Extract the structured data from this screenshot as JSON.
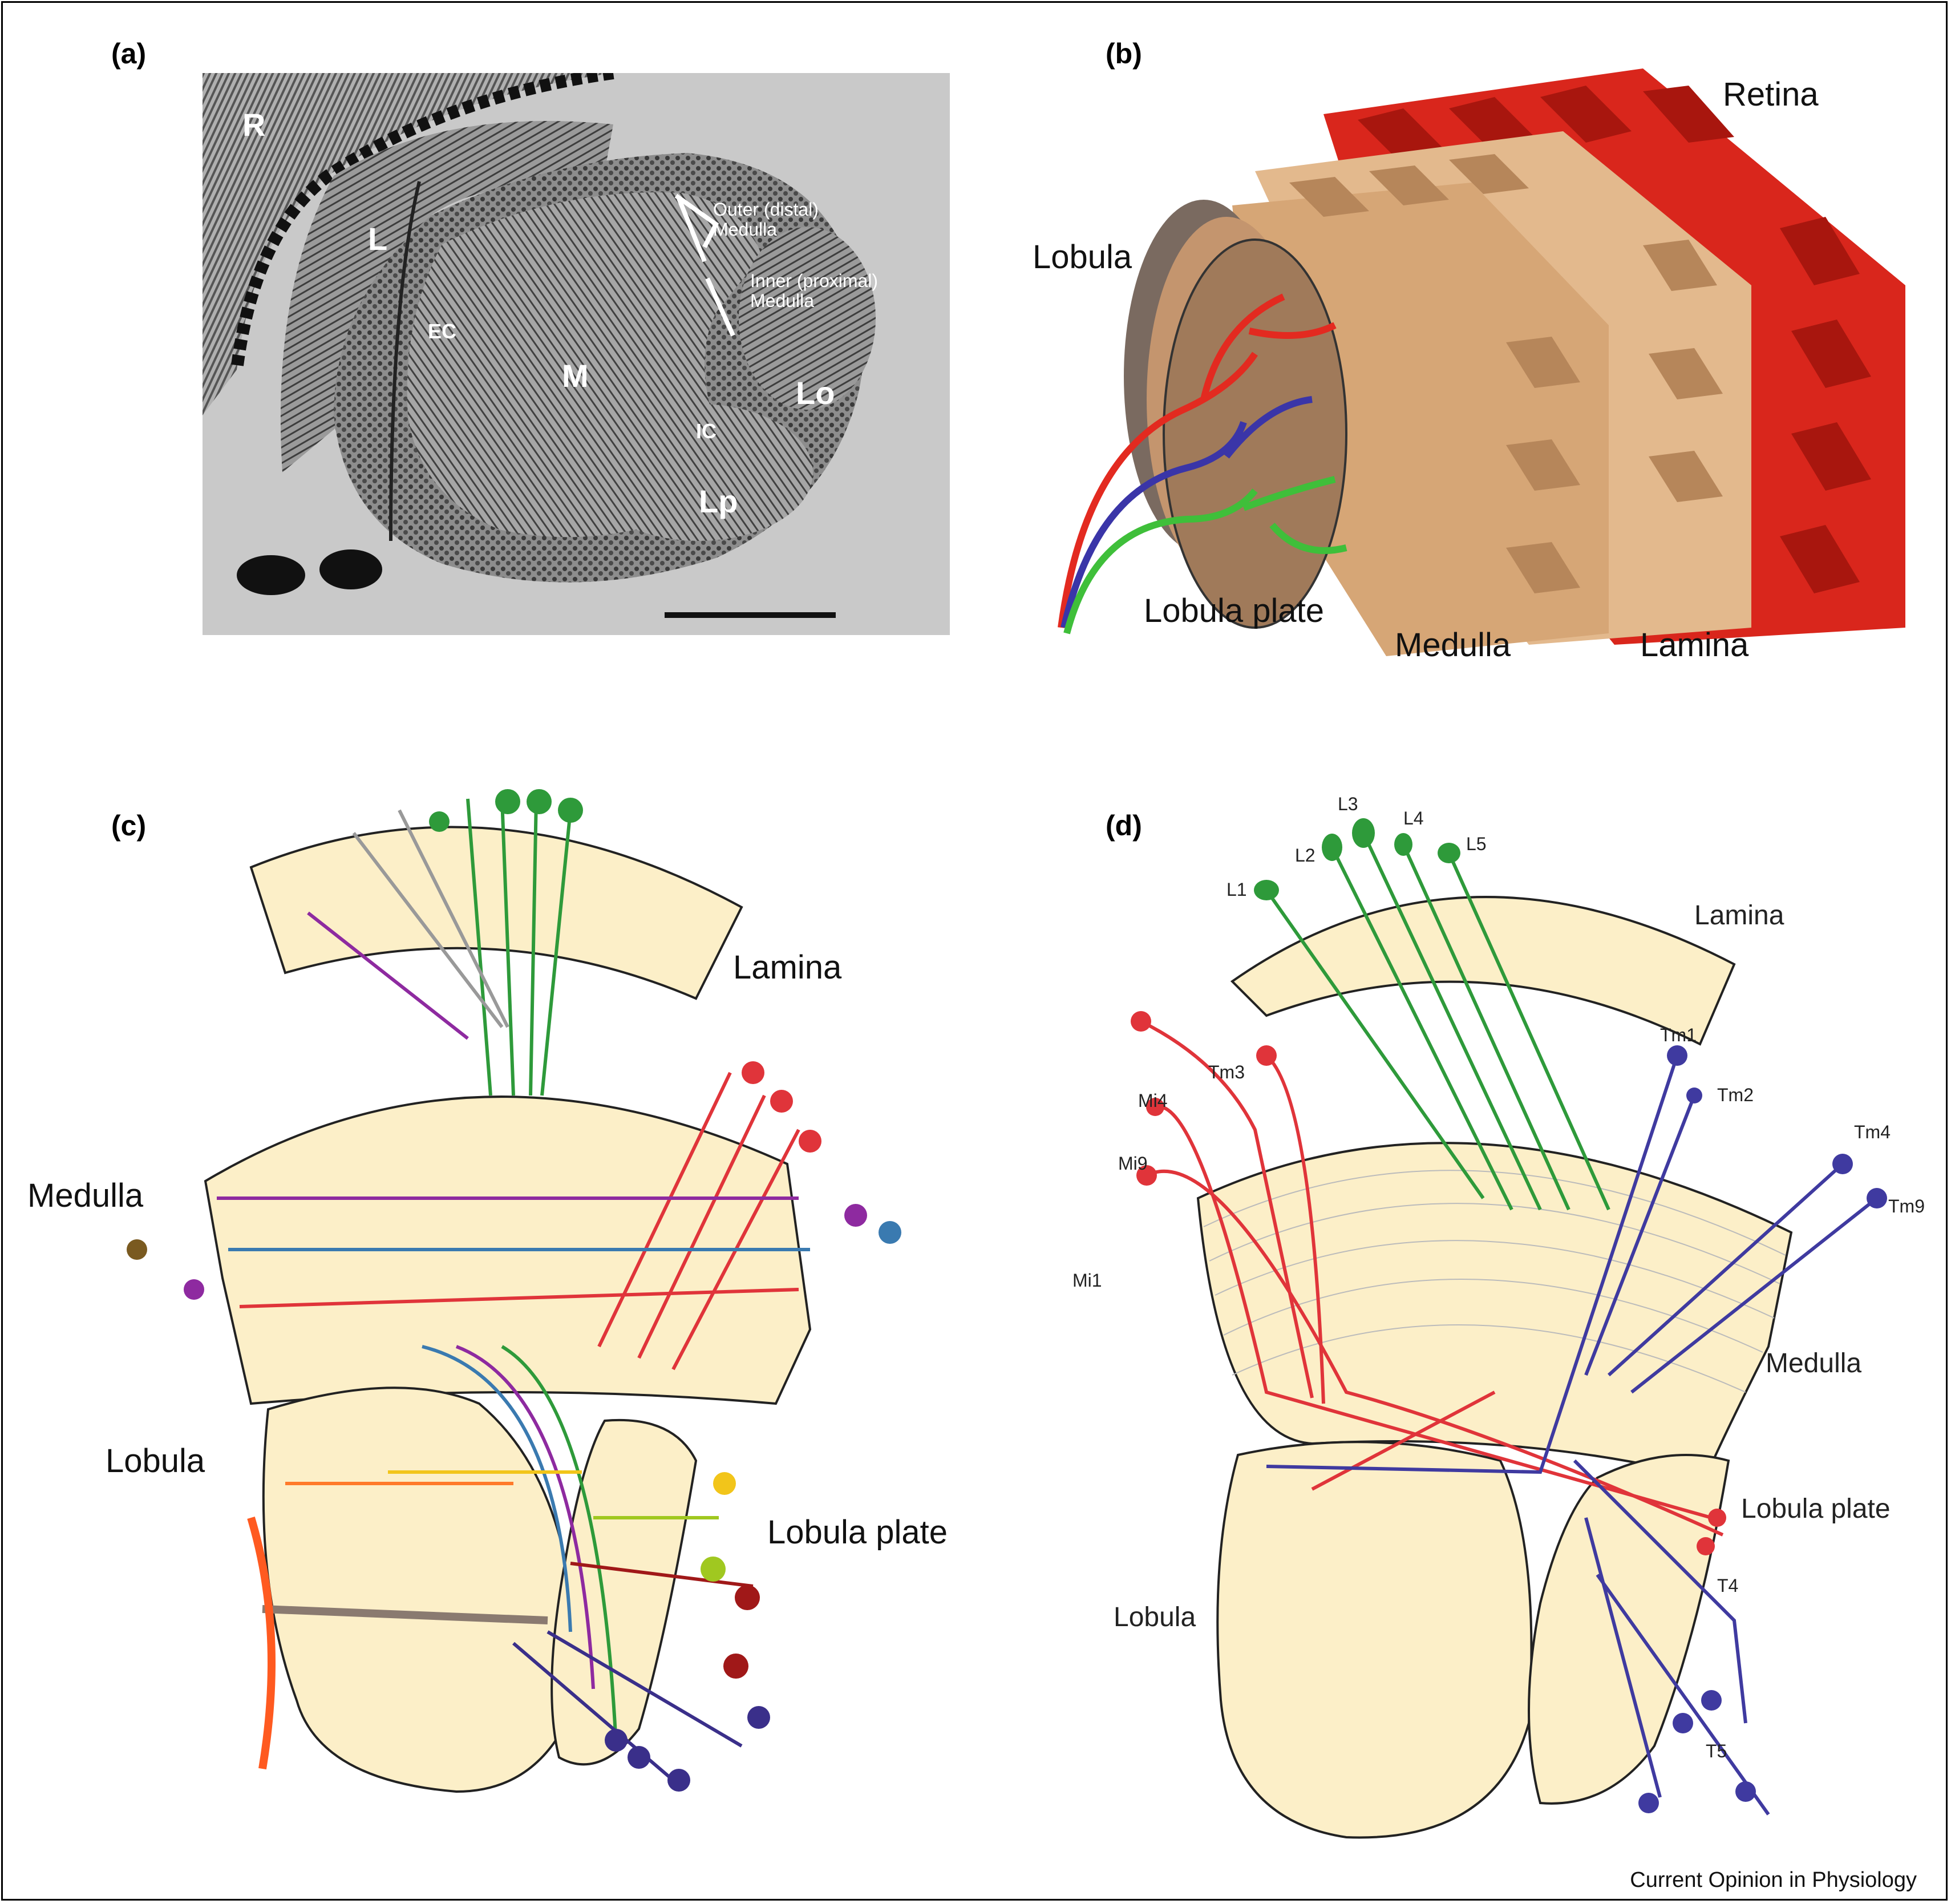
{
  "panels": {
    "a": {
      "label": "(a)",
      "regions": [
        "R",
        "L",
        "EC",
        "M",
        "IC",
        "Lo",
        "Lp"
      ],
      "outer_medulla": "Outer (distal)\nMedulla",
      "outer_line1": "Outer (distal)",
      "outer_line2": "Medulla",
      "inner_line1": "Inner (proximal)",
      "inner_line2": "Medulla"
    },
    "b": {
      "label": "(b)",
      "retina": "Retina",
      "lobula": "Lobula",
      "lobula_plate": "Lobula plate",
      "medulla": "Medulla",
      "lamina": "Lamina"
    },
    "c": {
      "label": "(c)",
      "lamina": "Lamina",
      "medulla": "Medulla",
      "lobula": "Lobula",
      "lobula_plate": "Lobula plate"
    },
    "d": {
      "label": "(d)",
      "lamina": "Lamina",
      "medulla": "Medulla",
      "lobula": "Lobula",
      "lobula_plate": "Lobula plate",
      "lamina_neurons": [
        "L1",
        "L2",
        "L3",
        "L4",
        "L5"
      ],
      "medulla_red": [
        "Mi4",
        "Tm3",
        "Mi9",
        "Mi1"
      ],
      "medulla_blue": [
        "Tm1",
        "Tm2",
        "Tm4",
        "Tm9"
      ],
      "t4": "T4",
      "t5": "T5"
    }
  },
  "credit": "Current Opinion in Physiology",
  "colors": {
    "neuropil": "#fcefc8",
    "retina": "#d9261c",
    "tan": "#e3b98d",
    "green": "#2e9a3a",
    "red": "#e0343a",
    "blue": "#3f3aa0"
  }
}
